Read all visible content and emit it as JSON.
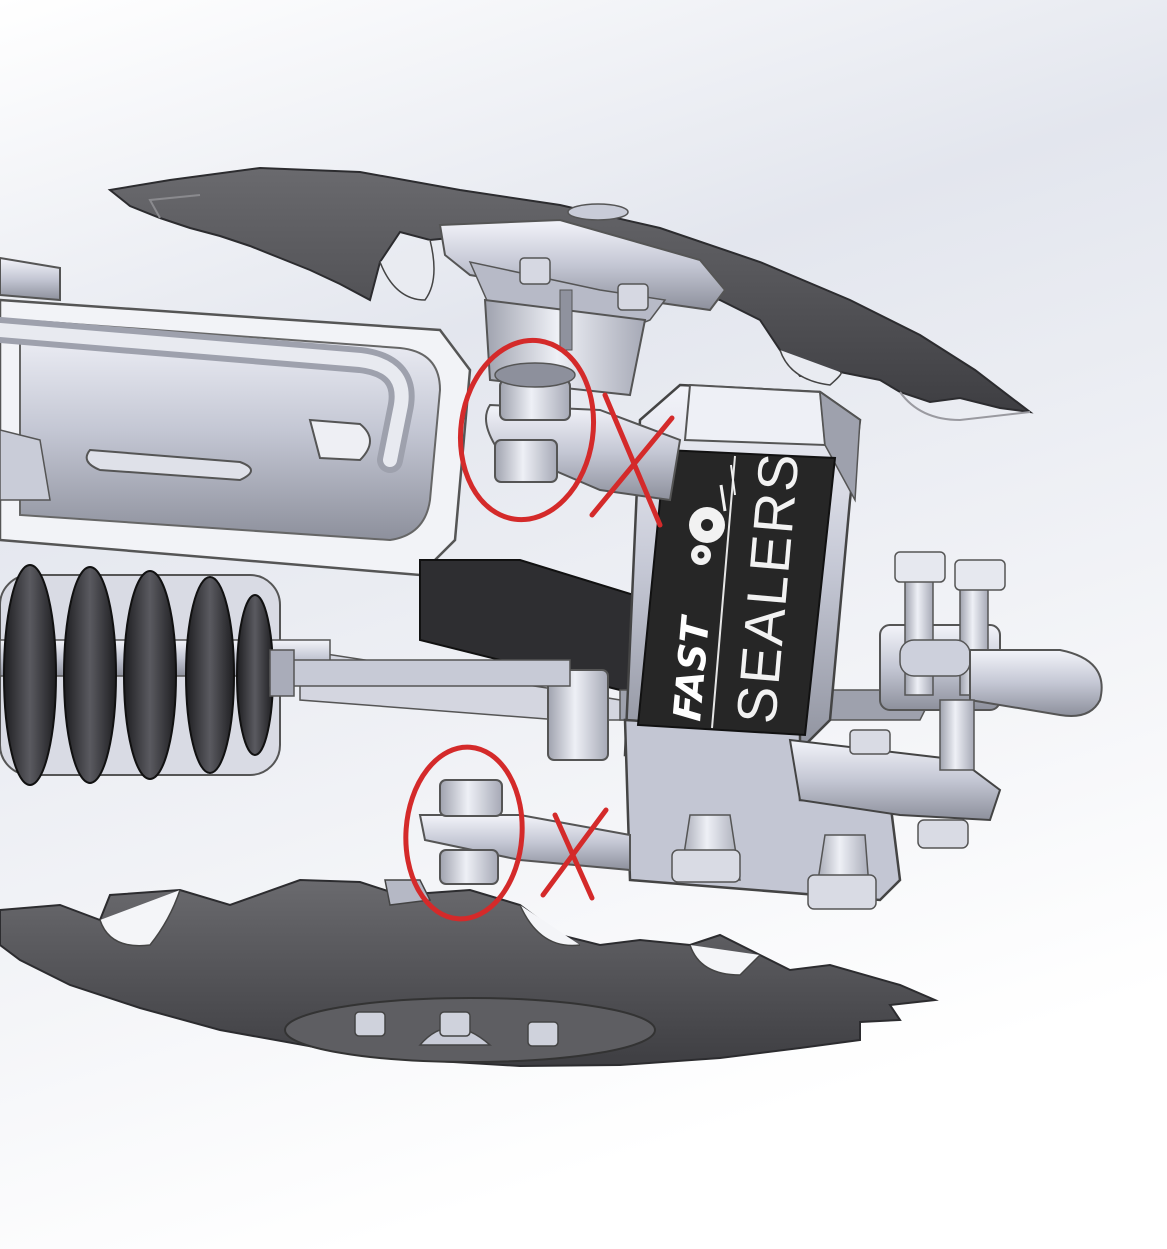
{
  "brand": {
    "logo_text": "FAST",
    "product_text": "SEALERS"
  },
  "annotations": {
    "upper_bolt_marker": "X",
    "lower_bolt_marker": "X"
  },
  "colors": {
    "annotation_red": "#d42a2a",
    "blade_dark": "#4f4f52",
    "blade_edge": "#8a8a8e",
    "metal_light": "#d9dbe6",
    "metal_mid": "#a8abb8",
    "metal_dark": "#5b5d66",
    "label_background": "#262626",
    "spring_dark": "#2b2b2e",
    "background_top": "#e4e7ee",
    "background_bottom": "#ffffff"
  },
  "icons": {
    "logo_emblem": "gear-saw-icon"
  }
}
